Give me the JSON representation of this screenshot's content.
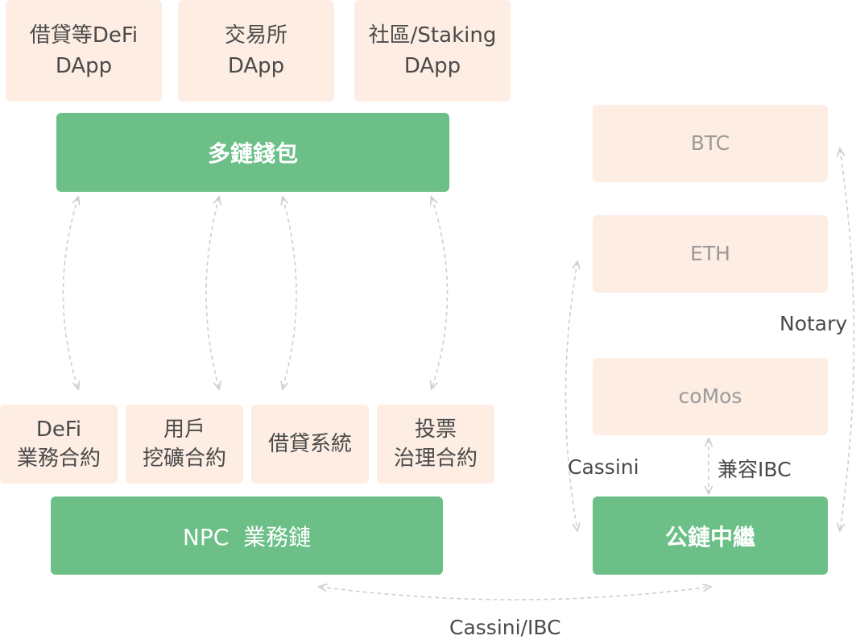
{
  "top_dapps": [
    {
      "line1": "借貸等DeFi",
      "line2": "DApp"
    },
    {
      "line1": "交易所",
      "line2": "DApp"
    },
    {
      "line1": "社區/Staking",
      "line2": "DApp"
    }
  ],
  "wallet": "多鏈錢包",
  "contracts": [
    {
      "line1": "DeFi",
      "line2": "業務合約"
    },
    {
      "line1": "用戶",
      "line2": "挖礦合約"
    },
    {
      "line1": "借貸系統",
      "line2": ""
    },
    {
      "line1": "投票",
      "line2": "治理合約"
    }
  ],
  "business_chain": "NPC  業務鏈",
  "chains": [
    "BTC",
    "ETH",
    "coMos"
  ],
  "relay": "公鏈中繼",
  "labels": {
    "notary": "Notary",
    "cassini": "Cassini",
    "ibc_compat": "兼容IBC",
    "cassini_ibc": "Cassini/IBC"
  }
}
